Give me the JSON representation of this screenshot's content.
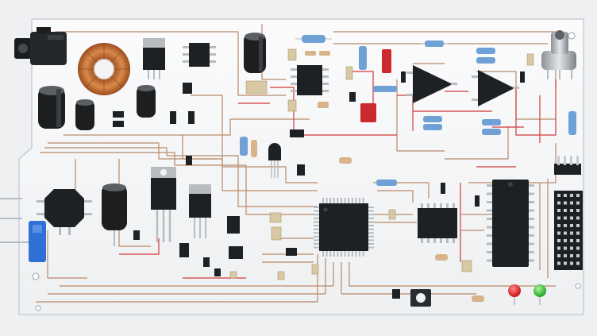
{
  "scene": {
    "subject": "circuit-board",
    "colors": {
      "background": "#eef0f2",
      "board": "#f7f8f9",
      "board_edge": "#c9ced3",
      "trace": "#b98a6a",
      "trace_red": "#d23a3a",
      "ic_body": "#1e2124",
      "pin": "#b8bcc0",
      "led_red": "#e8262a",
      "led_green": "#3ac23a",
      "copper_coil": "#c8733a",
      "blue_pot": "#2f6fd6"
    },
    "components": [
      "audio-jack",
      "toroid-inductor",
      "electrolytic-capacitor",
      "voltage-regulator",
      "microcontroller-qfp",
      "dip-ic",
      "soic-ic",
      "op-amp",
      "resistor",
      "led",
      "pin-header",
      "tactile-button",
      "potentiometer",
      "rotary-switch"
    ]
  }
}
